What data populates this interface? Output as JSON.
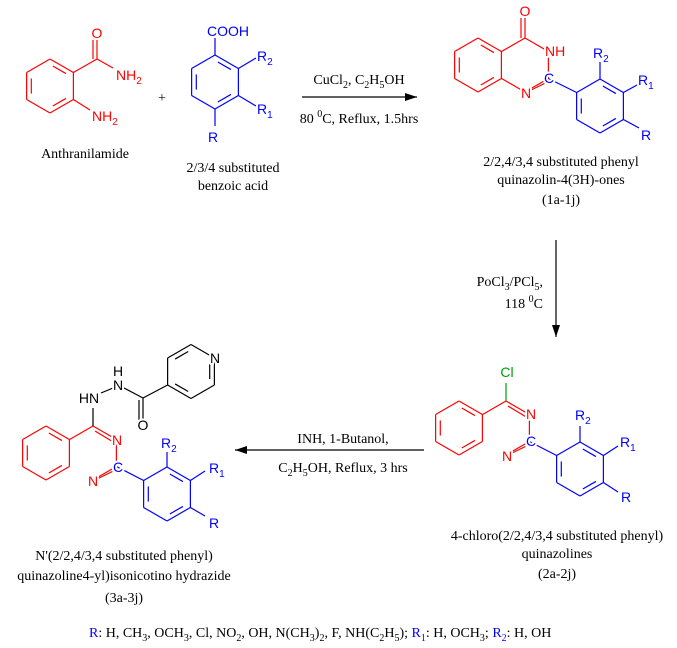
{
  "colors": {
    "core": "#ff0000",
    "substituent": "#0000ff",
    "chlorine": "#00a000",
    "reagent": "#000000"
  },
  "compounds": {
    "anthranilamide": {
      "name": "Anthranilamide",
      "atoms": {
        "o": "O",
        "amide_n": [
          [
            "NH"
          ],
          [
            "2",
            "sub"
          ]
        ],
        "amine_n": [
          [
            "NH"
          ],
          [
            "2",
            "sub"
          ]
        ]
      }
    },
    "benzoic_acid": {
      "name_lines": [
        "2/3/4 substituted",
        "benzoic acid"
      ],
      "atoms": {
        "cooh": "COOH",
        "r2": [
          [
            "R"
          ],
          [
            "2",
            "sub"
          ]
        ],
        "r1": [
          [
            "R"
          ],
          [
            "1",
            "sub"
          ]
        ],
        "r": "R"
      }
    },
    "quinazolinone": {
      "name_lines": [
        "2/2,4/3,4 substituted phenyl",
        "quinazolin-4(3H)-ones",
        "(1a-1j)"
      ],
      "atoms": {
        "o": "O",
        "nh": "NH",
        "c": "C",
        "n": "N",
        "r2": [
          [
            "R"
          ],
          [
            "2",
            "sub"
          ]
        ],
        "r1": [
          [
            "R"
          ],
          [
            "1",
            "sub"
          ]
        ],
        "r": "R"
      }
    },
    "chloroquinazoline": {
      "name_lines": [
        "4-chloro(2/2,4/3,4 substituted phenyl)",
        "quinazolines",
        "(2a-2j)"
      ],
      "atoms": {
        "cl": "Cl",
        "n3": "N",
        "c": "C",
        "n1": "N",
        "r2": [
          [
            "R"
          ],
          [
            "2",
            "sub"
          ]
        ],
        "r1": [
          [
            "R"
          ],
          [
            "1",
            "sub"
          ]
        ],
        "r": "R"
      }
    },
    "hydrazide": {
      "name_lines": [
        "N'(2/2,4/3,4 substituted phenyl)",
        "quinazoline4-yl)isonicotino hydrazide",
        "(3a-3j)"
      ],
      "atoms": {
        "hn": "HN",
        "n": "N",
        "h": "H",
        "o": "O",
        "pyr_n": "N",
        "n3": "N",
        "c": "C",
        "n1": "N",
        "r2": [
          [
            "R"
          ],
          [
            "2",
            "sub"
          ]
        ],
        "r1": [
          [
            "R"
          ],
          [
            "1",
            "sub"
          ]
        ],
        "r": "R"
      }
    }
  },
  "plus": "+",
  "steps": [
    {
      "line1": [
        [
          "CuCl"
        ],
        [
          "2",
          "sub"
        ],
        [
          ", C"
        ],
        [
          "2",
          "sub"
        ],
        [
          "H"
        ],
        [
          "5",
          "sub"
        ],
        [
          "OH"
        ]
      ],
      "line2": [
        [
          "80 "
        ],
        [
          "0",
          "sup"
        ],
        [
          "C, Reflux, 1.5hrs"
        ]
      ]
    },
    {
      "line1": [
        [
          "PoCl"
        ],
        [
          "3",
          "sub"
        ],
        [
          "/PCl"
        ],
        [
          "5",
          "sub"
        ],
        [
          ","
        ]
      ],
      "line2": [
        [
          "118 "
        ],
        [
          "0",
          "sup"
        ],
        [
          "C"
        ]
      ]
    },
    {
      "line1": [
        [
          "INH, 1-Butanol,"
        ]
      ],
      "line2": [
        [
          "C"
        ],
        [
          "2",
          "sub"
        ],
        [
          "H"
        ],
        [
          "5",
          "sub"
        ],
        [
          "OH, Reflux, 3 hrs"
        ]
      ]
    }
  ],
  "legend": [
    [
      "R",
      "",
      "#0000ff"
    ],
    [
      ": H, CH"
    ],
    [
      "3",
      "sub"
    ],
    [
      ", OCH"
    ],
    [
      "3",
      "sub"
    ],
    [
      ", Cl, NO"
    ],
    [
      "2",
      "sub"
    ],
    [
      ", OH, N(CH"
    ],
    [
      "3",
      "sub"
    ],
    [
      ")"
    ],
    [
      "2",
      "sub"
    ],
    [
      ", F, NH(C"
    ],
    [
      "2",
      "sub"
    ],
    [
      "H"
    ],
    [
      "5",
      "sub"
    ],
    [
      "); "
    ],
    [
      "R",
      "",
      "#0000ff"
    ],
    [
      "1",
      "sub",
      "#0000ff"
    ],
    [
      ": H, OCH"
    ],
    [
      "3",
      "sub"
    ],
    [
      "; "
    ],
    [
      "R",
      "",
      "#0000ff"
    ],
    [
      "2",
      "sub",
      "#0000ff"
    ],
    [
      ": H, OH"
    ]
  ]
}
